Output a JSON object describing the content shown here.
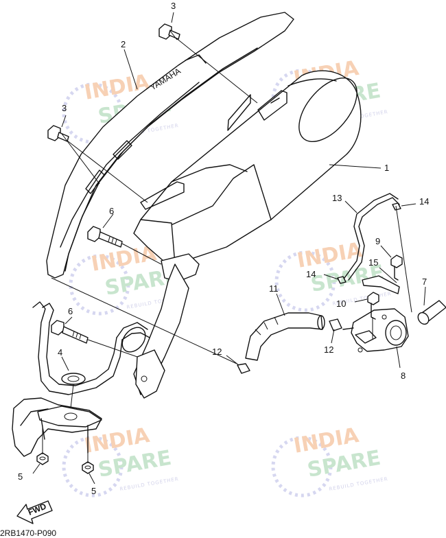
{
  "diagram_code": "2RB1470-P090",
  "fwd_label": "FWD",
  "watermark": {
    "line1": "INDIA",
    "line2": "SPARE",
    "tagline": "REBUILD TOGETHER"
  },
  "callouts": {
    "c1": "1",
    "c2": "2",
    "c3a": "3",
    "c3b": "3",
    "c4": "4",
    "c5a": "5",
    "c5b": "5",
    "c6a": "6",
    "c6b": "6",
    "c7": "7",
    "c8": "8",
    "c9": "9",
    "c10": "10",
    "c11": "11",
    "c12a": "12",
    "c12b": "12",
    "c13": "13",
    "c14a": "14",
    "c14b": "14",
    "c15": "15"
  },
  "colors": {
    "line": "#111111",
    "watermark_orange": "#f6c9a8",
    "watermark_green": "#bfe1c6",
    "watermark_blue": "#cfd0ee"
  }
}
